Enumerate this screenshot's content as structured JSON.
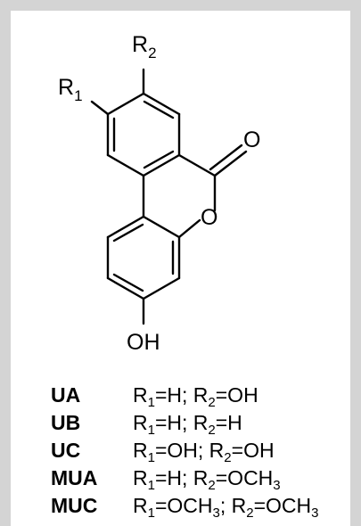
{
  "structure": {
    "r1_label": "R",
    "r1_sub": "1",
    "r2_label": "R",
    "r2_sub": "2",
    "carbonyl_o": "O",
    "ring_o": "O",
    "hydroxyl": "OH"
  },
  "legend": [
    {
      "code": "UA",
      "parts": [
        {
          "t": "R"
        },
        {
          "s": "1"
        },
        {
          "t": "=H; R"
        },
        {
          "s": "2"
        },
        {
          "t": "=OH"
        }
      ]
    },
    {
      "code": "UB",
      "parts": [
        {
          "t": "R"
        },
        {
          "s": "1"
        },
        {
          "t": "=H; R"
        },
        {
          "s": "2"
        },
        {
          "t": "=H"
        }
      ]
    },
    {
      "code": "UC",
      "parts": [
        {
          "t": "R"
        },
        {
          "s": "1"
        },
        {
          "t": "=OH; R"
        },
        {
          "s": "2"
        },
        {
          "t": "=OH"
        }
      ]
    },
    {
      "code": "MUA",
      "parts": [
        {
          "t": "R"
        },
        {
          "s": "1"
        },
        {
          "t": "=H; R"
        },
        {
          "s": "2"
        },
        {
          "t": "=OCH"
        },
        {
          "s": "3"
        }
      ]
    },
    {
      "code": "MUC",
      "parts": [
        {
          "t": "R"
        },
        {
          "s": "1"
        },
        {
          "t": "=OCH"
        },
        {
          "s": "3"
        },
        {
          "t": "; R"
        },
        {
          "s": "2"
        },
        {
          "t": "=OCH"
        },
        {
          "s": "3"
        }
      ]
    }
  ]
}
